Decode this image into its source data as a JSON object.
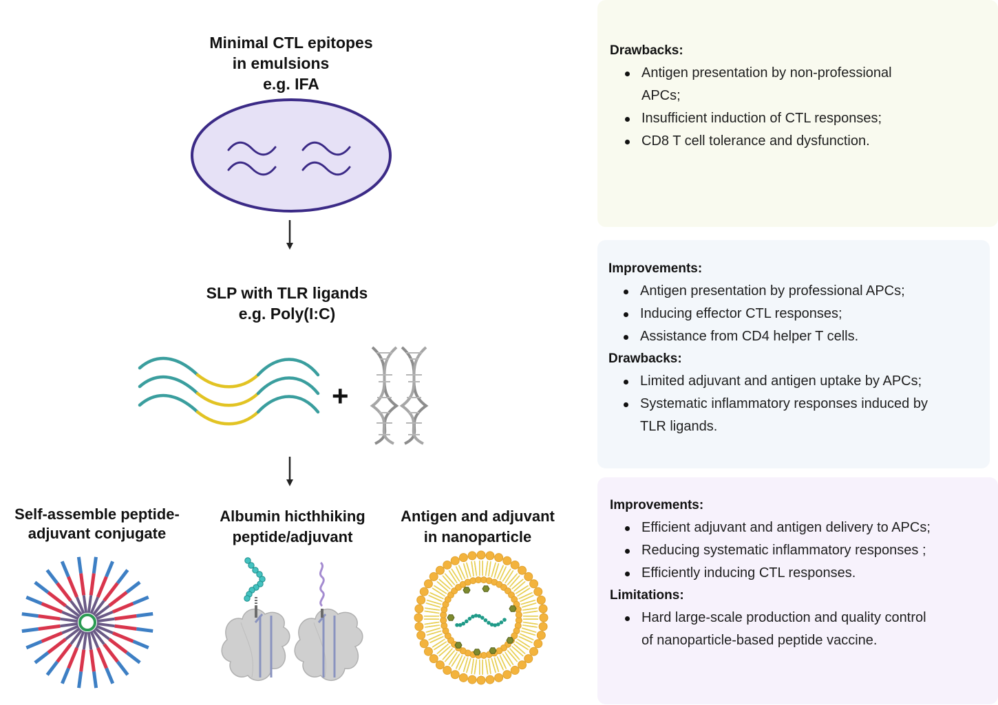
{
  "flow": {
    "stage1": {
      "title": [
        "Minimal CTL epitopes",
        "in emulsions",
        "e.g. IFA"
      ]
    },
    "stage2": {
      "title": [
        "SLP with TLR ligands",
        "e.g. Poly(I:C)"
      ],
      "plus": "+"
    },
    "stage3": [
      {
        "title": [
          "Self-assemble peptide-",
          "adjuvant conjugate"
        ]
      },
      {
        "title": [
          "Albumin hicthhiking",
          "peptide/adjuvant"
        ]
      },
      {
        "title": [
          "Antigen and adjuvant",
          "in nanoparticle"
        ]
      }
    ]
  },
  "panels": {
    "panel1": {
      "background": "#f9faef",
      "sections": [
        {
          "heading": "Drawbacks:",
          "items": [
            [
              "Antigen presentation by non-professional",
              "APCs;"
            ],
            [
              "Insufficient induction of CTL responses;"
            ],
            [
              "CD8 T cell tolerance and dysfunction."
            ]
          ]
        }
      ]
    },
    "panel2": {
      "background": "#f3f7fb",
      "sections": [
        {
          "heading": "Improvements:",
          "items": [
            [
              "Antigen presentation by professional APCs;"
            ],
            [
              "Inducing effector CTL responses;"
            ],
            [
              "Assistance from CD4 helper T cells."
            ]
          ]
        },
        {
          "heading": "Drawbacks:",
          "items": [
            [
              "Limited adjuvant and antigen uptake by APCs;"
            ],
            [
              "Systematic inflammatory responses induced by",
              "TLR ligands."
            ]
          ]
        }
      ]
    },
    "panel3": {
      "background": "#f7f2fc",
      "sections": [
        {
          "heading": "Improvements:",
          "items": [
            [
              "Efficient adjuvant and antigen delivery to APCs;"
            ],
            [
              "Reducing systematic inflammatory responses ;"
            ],
            [
              "Efficiently inducing CTL responses."
            ]
          ]
        },
        {
          "heading": "Limitations:",
          "items": [
            [
              "Hard large-scale production and quality control",
              "of nanoparticle-based peptide vaccine."
            ]
          ]
        }
      ]
    }
  },
  "colors": {
    "emulsion_fill": "#e6e1f6",
    "emulsion_stroke": "#3b2a86",
    "peptide_teal": "#3a9e9e",
    "peptide_yellow": "#e2c323",
    "dna_gray": "#8c8c8c",
    "conjugate_red": "#d9354c",
    "conjugate_blue": "#3d7fc4",
    "conjugate_core": "#2a9a52",
    "albumin_gray": "#cfcfcf",
    "bead_teal": "#44c2c0",
    "linker_purple": "#a48bd0",
    "lipid_head": "#f3b33d",
    "lipid_tail": "#e8cf54",
    "cargo_olive": "#7d8a2e",
    "cargo_chain": "#1f9a88"
  }
}
